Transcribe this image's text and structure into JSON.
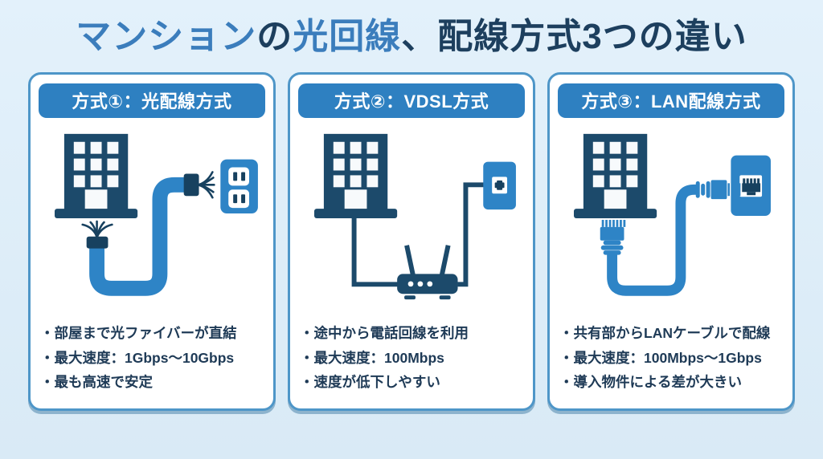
{
  "page": {
    "title_segments": [
      {
        "text": "マンション",
        "emphasis": true
      },
      {
        "text": "の",
        "emphasis": false
      },
      {
        "text": "光回線",
        "emphasis": true
      },
      {
        "text": "、配線方式3つの違い",
        "emphasis": false
      }
    ]
  },
  "colors": {
    "background": "#dbeaf6",
    "title_accent": "#3b7dbc",
    "title_dark": "#1d3f5e",
    "card_background": "#ffffff",
    "card_border": "#4e96c8",
    "header_badge_bg": "#2e80c1",
    "header_badge_text": "#ffffff",
    "illustration_dark_navy": "#1c4a6b",
    "illustration_cable_blue": "#2e84c6",
    "bullet_text": "#1e3a56"
  },
  "cards": [
    {
      "header": "方式①：光配線方式",
      "illustration": "building-with-optical-fiber-cable-to-optical-outlet",
      "bullets": [
        "・部屋まで光ファイバーが直結",
        "・最大速度：1Gbps～10Gbps",
        "・最も高速で安定"
      ]
    },
    {
      "header": "方式②：VDSL方式",
      "illustration": "building-with-phone-line-router-to-phone-jack",
      "bullets": [
        "・途中から電話回線を利用",
        "・最大速度：100Mbps",
        "・速度が低下しやすい"
      ]
    },
    {
      "header": "方式③：LAN配線方式",
      "illustration": "building-with-lan-cable-to-lan-port",
      "bullets": [
        "・共有部からLANケーブルで配線",
        "・最大速度：100Mbps～1Gbps",
        "・導入物件による差が大きい"
      ]
    }
  ]
}
